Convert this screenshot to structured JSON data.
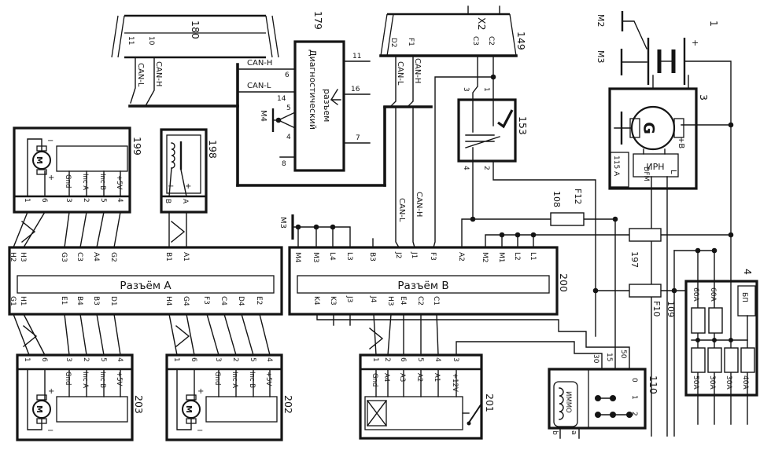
{
  "colors": {
    "ink": "#141414",
    "bg": "#ffffff"
  },
  "c180": {
    "ref": "180",
    "p10": "10",
    "p11": "11",
    "canh": "CAN-H",
    "canl": "CAN-L"
  },
  "c179": {
    "ref": "179",
    "t1": "Диагностический",
    "t2": "разъем",
    "canh": "CAN-H",
    "canl": "CAN-L",
    "p6": "6",
    "p14": "14",
    "p5": "5",
    "p4": "4",
    "p8": "8",
    "p11": "11",
    "p16": "16",
    "p7": "7",
    "m4": "M4"
  },
  "x2": {
    "ref": "149",
    "name": "X2",
    "d2": "D2",
    "f1": "F1",
    "c3": "C3",
    "c2": "C2",
    "canl": "CAN-L",
    "canh": "CAN-H"
  },
  "c153": {
    "ref": "153",
    "p3": "3",
    "p1": "1",
    "p4": "4",
    "p2": "2"
  },
  "bat": {
    "ref": "1",
    "plus": "+",
    "m2": "M2",
    "m3": "M3"
  },
  "gen": {
    "ref": "3",
    "g": "G",
    "irn": "ИРН",
    "amp": "115 А",
    "pb": "+B",
    "dfm": "DFM",
    "l": "L"
  },
  "fz": {
    "f12": "F12",
    "n108": "108",
    "n197": "197",
    "f10": "F10",
    "n109": "109"
  },
  "fb": {
    "ref": "4",
    "bp": "БП",
    "a60": "60А",
    "a50": "50А",
    "a30": "30А",
    "a40": "40А"
  },
  "band": {
    "ref": "200",
    "a": "Разъём A",
    "b": "Разъём B",
    "m3": "M3",
    "atop": [
      "H2",
      "H3",
      "G3",
      "C3",
      "A4",
      "G2",
      "B1",
      "A1"
    ],
    "abot": [
      "G1",
      "H1",
      "E1",
      "B4",
      "B3",
      "D1",
      "H4",
      "G4",
      "F3",
      "C4",
      "D4",
      "E2"
    ],
    "btop": [
      "M4",
      "M3",
      "L4",
      "L3",
      "B3",
      "J2",
      "J1",
      "F3",
      "A2",
      "M2",
      "M1",
      "L2",
      "L1"
    ],
    "bbot": [
      "K4",
      "K3",
      "J3",
      "J4",
      "H3",
      "E4",
      "C2",
      "C1"
    ],
    "canl": "CAN-L",
    "canh": "CAN-H"
  },
  "c199": {
    "ref": "199",
    "n": [
      "1",
      "6",
      "3",
      "2",
      "5",
      "4"
    ],
    "lab": [
      "Gnd",
      "Inc A",
      "Inc B",
      "+5V"
    ],
    "m": "M",
    "plus": "+",
    "minus": "−"
  },
  "c198": {
    "ref": "198",
    "pb": "B",
    "pa": "A",
    "plus": "+",
    "minus": "−"
  },
  "c203": {
    "ref": "203",
    "n": [
      "1",
      "6",
      "3",
      "2",
      "5",
      "4"
    ],
    "lab": [
      "Gnd",
      "Inc A",
      "Inc B",
      "+5V"
    ],
    "m": "M",
    "plus": "+",
    "minus": "−"
  },
  "c202": {
    "ref": "202",
    "n": [
      "1",
      "6",
      "3",
      "2",
      "5",
      "4"
    ],
    "lab": [
      "Gnd",
      "Inc A",
      "Inc B",
      "+5V"
    ],
    "m": "M",
    "plus": "+",
    "minus": "−"
  },
  "c201": {
    "ref": "201",
    "n": [
      "1",
      "2",
      "6",
      "5",
      "4",
      "3"
    ],
    "lab": [
      "Gnd",
      "A4",
      "A3",
      "A2",
      "A1",
      "+12V"
    ]
  },
  "c110": {
    "ref": "110",
    "immo": "ИММО",
    "pb": "b",
    "pa": "a",
    "p30": "30",
    "p15": "15",
    "p50": "50",
    "pos": [
      "0",
      "1",
      "2"
    ]
  }
}
